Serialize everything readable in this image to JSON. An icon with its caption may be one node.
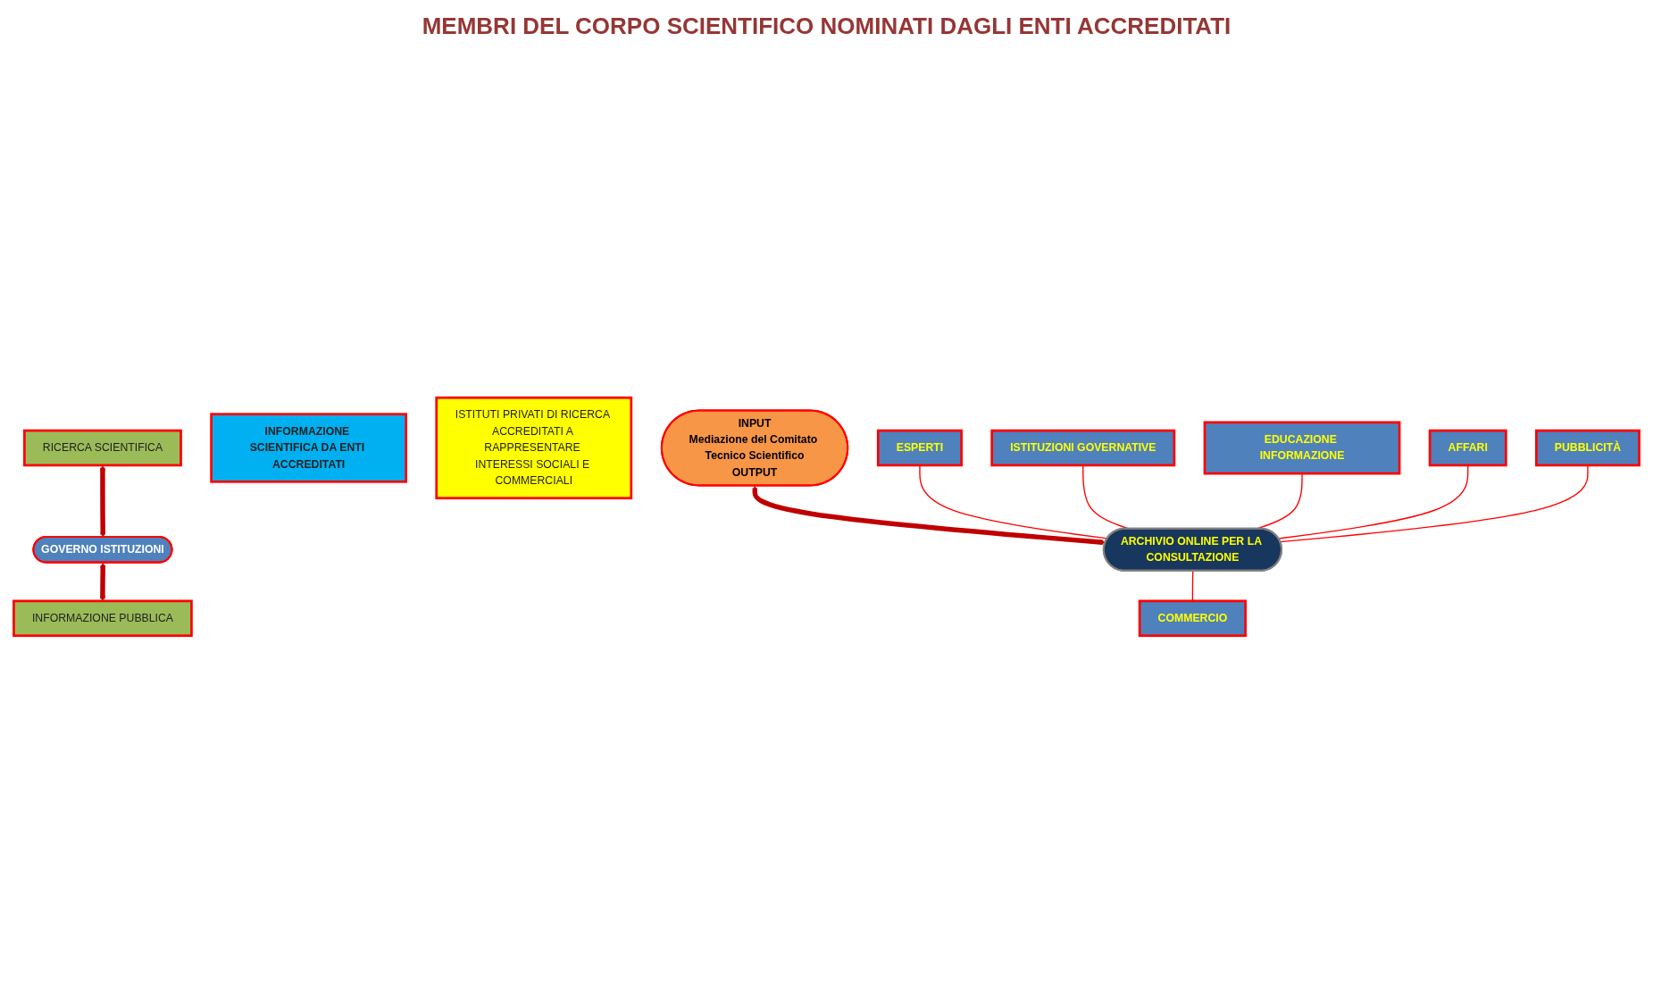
{
  "diagram": {
    "nodes": [
      {
        "text": [
          "RICERCA SCIENTIFICA"
        ]
      },
      {
        "text": [
          "INFORMAZIONE SCIENTIFICA DA ENTI ACCREDITATI"
        ]
      },
      {
        "text": [
          "ISTITUTI PRIVATI DI RICERCA ACCREDITATI A RAPPRESENTARE INTERESSI SOCIALI E COMMERCIALI"
        ]
      },
      {
        "text": [
          "GOVERNO ISTITUZIONI"
        ]
      },
      {
        "text": [
          "INPUT",
          "Mediazione del Comitato Tecnico Scientifico",
          "OUTPUT"
        ]
      },
      {
        "text": [
          "ESPERTI"
        ]
      },
      {
        "text": [
          "ISTITUZIONI GOVERNATIVE"
        ]
      },
      {
        "text": [
          "INFORMAZIONE PUBBLICA"
        ]
      },
      {
        "text": [
          "ARCHIVIO ONLINE PER LA CONSULTAZIONE"
        ]
      },
      {
        "text": [
          "COMMERCIO"
        ]
      },
      {
        "text": [
          "EDUCAZIONE INFORMAZIONE"
        ]
      },
      {
        "text": [
          "AFFARI"
        ]
      },
      {
        "text": [
          "PUBBLICITÀ"
        ]
      }
    ],
    "edges": [
      {
        "from": 0,
        "to": 3,
        "arrow": "both",
        "style": "thick",
        "color": "#c00000"
      },
      {
        "from": 3,
        "to": 7,
        "arrow": "both",
        "style": "thick",
        "color": "#c00000"
      },
      {
        "from": 4,
        "to": 8,
        "arrow": "both",
        "style": "thick",
        "color": "#c00000"
      },
      {
        "from": 5,
        "to": 8,
        "arrow": "none"
      },
      {
        "from": 6,
        "to": 8,
        "arrow": "none"
      },
      {
        "from": 8,
        "to": 9,
        "arrow": "none"
      },
      {
        "from": 10,
        "to": 8,
        "arrow": "none"
      },
      {
        "from": 11,
        "to": 8,
        "arrow": "none"
      },
      {
        "from": 12,
        "to": 8,
        "arrow": "none"
      }
    ],
    "labels": [
      "MEMBRI DEL CORPO SCIENTIFICO NOMINATI DAGLI ENTI ACCREDITATI"
    ]
  }
}
